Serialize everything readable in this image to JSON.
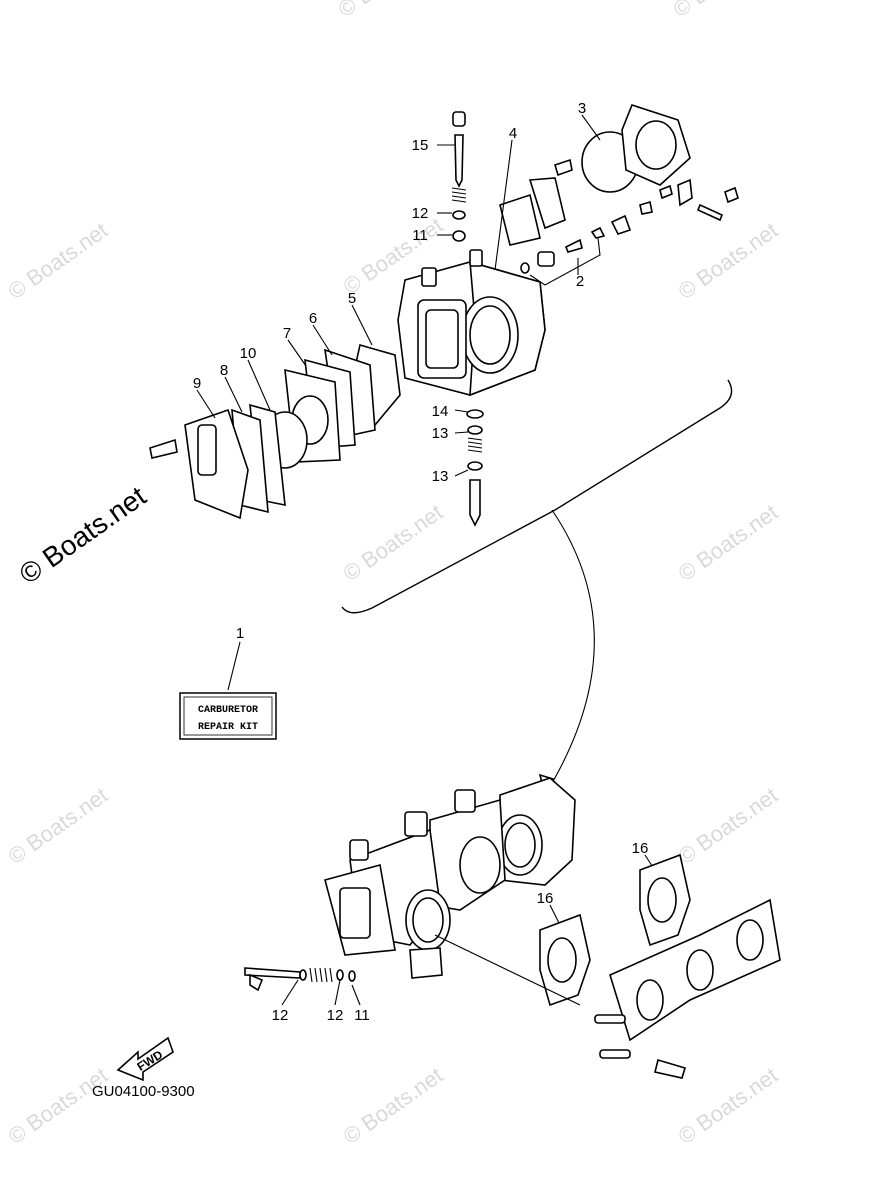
{
  "watermark": {
    "text": "© Boats.net",
    "large_text": "© Boats.net"
  },
  "diagram_code": "GU04100-9300",
  "kit_label": {
    "line1": "CARBURETOR",
    "line2": "REPAIR KIT"
  },
  "fwd_label": "FWD",
  "callouts": {
    "c1": "1",
    "c2": "2",
    "c3": "3",
    "c4": "4",
    "c5": "5",
    "c6": "6",
    "c7": "7",
    "c8": "8",
    "c9": "9",
    "c10": "10",
    "c11a": "11",
    "c12a": "12",
    "c13a": "13",
    "c13b": "13",
    "c14": "14",
    "c15": "15",
    "c16a": "16",
    "c16b": "16",
    "c12b": "12",
    "c12c": "12",
    "c11b": "11"
  }
}
